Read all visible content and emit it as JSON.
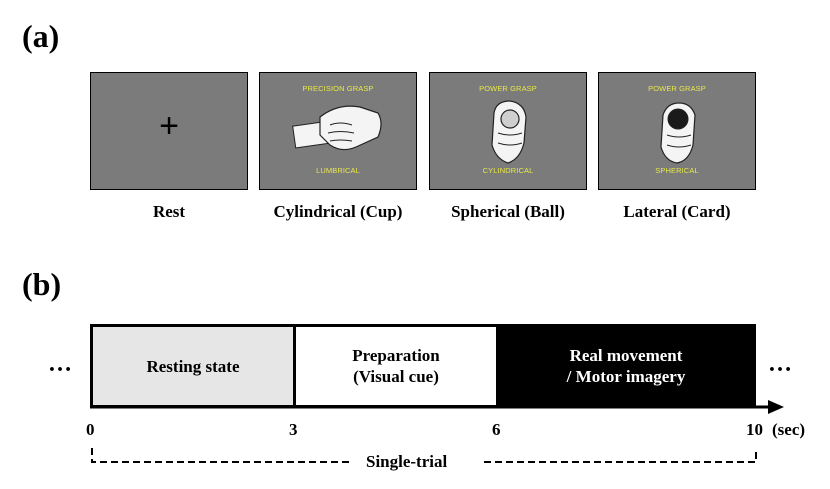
{
  "panel_a": {
    "label": "(a)",
    "screens": [
      {
        "caption": "Rest",
        "top_text": "",
        "bottom_text": "",
        "symbol": "+"
      },
      {
        "caption": "Cylindrical (Cup)",
        "top_text": "PRECISION GRASP",
        "bottom_text": "LUMBRICAL",
        "icon": "hand-holding-card-icon"
      },
      {
        "caption": "Spherical (Ball)",
        "top_text": "POWER GRASP",
        "bottom_text": "CYLINDRICAL",
        "icon": "hand-pinching-ball-icon"
      },
      {
        "caption": "Lateral (Card)",
        "top_text": "POWER GRASP",
        "bottom_text": "SPHERICAL",
        "icon": "hand-gripping-ball-icon"
      }
    ],
    "screen_color": "#7b7b7b",
    "text_color": "#e8e84a"
  },
  "panel_b": {
    "label": "(b)",
    "ellipsis_left": "…",
    "ellipsis_right": "…",
    "segments": [
      {
        "line1": "Resting state",
        "line2": "",
        "color": "#e6e6e6"
      },
      {
        "line1": "Preparation",
        "line2": "(Visual cue)",
        "color": "#ffffff"
      },
      {
        "line1": "Real movement",
        "line2": "/ Motor imagery",
        "color": "#000000"
      }
    ],
    "ticks": [
      "0",
      "3",
      "6",
      "10"
    ],
    "unit": "(sec)",
    "trial_label": "Single-trial"
  }
}
